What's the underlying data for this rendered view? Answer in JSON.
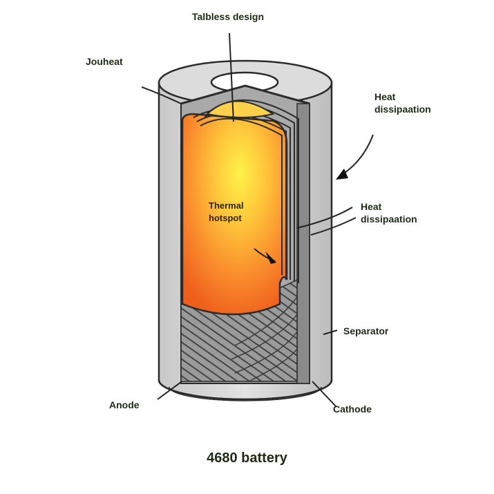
{
  "labels": {
    "tabless": "Talbless design",
    "jouheat": "Jouheat",
    "heat_dissipation_1": "Heat\ndissipaation",
    "heat_dissipation_2": "Heat\ndissipaation",
    "thermal_hotspot": "Thermal\nhotspot",
    "separator": "Separator",
    "anode": "Anode",
    "cathode": "Cathode"
  },
  "caption": "4680 battery",
  "colors": {
    "outline": "#2b2b2b",
    "casing": "#d6d6d6",
    "hot_center": "#fff04a",
    "hot_edge": "#f06a1e",
    "text": "#1f2a14"
  }
}
